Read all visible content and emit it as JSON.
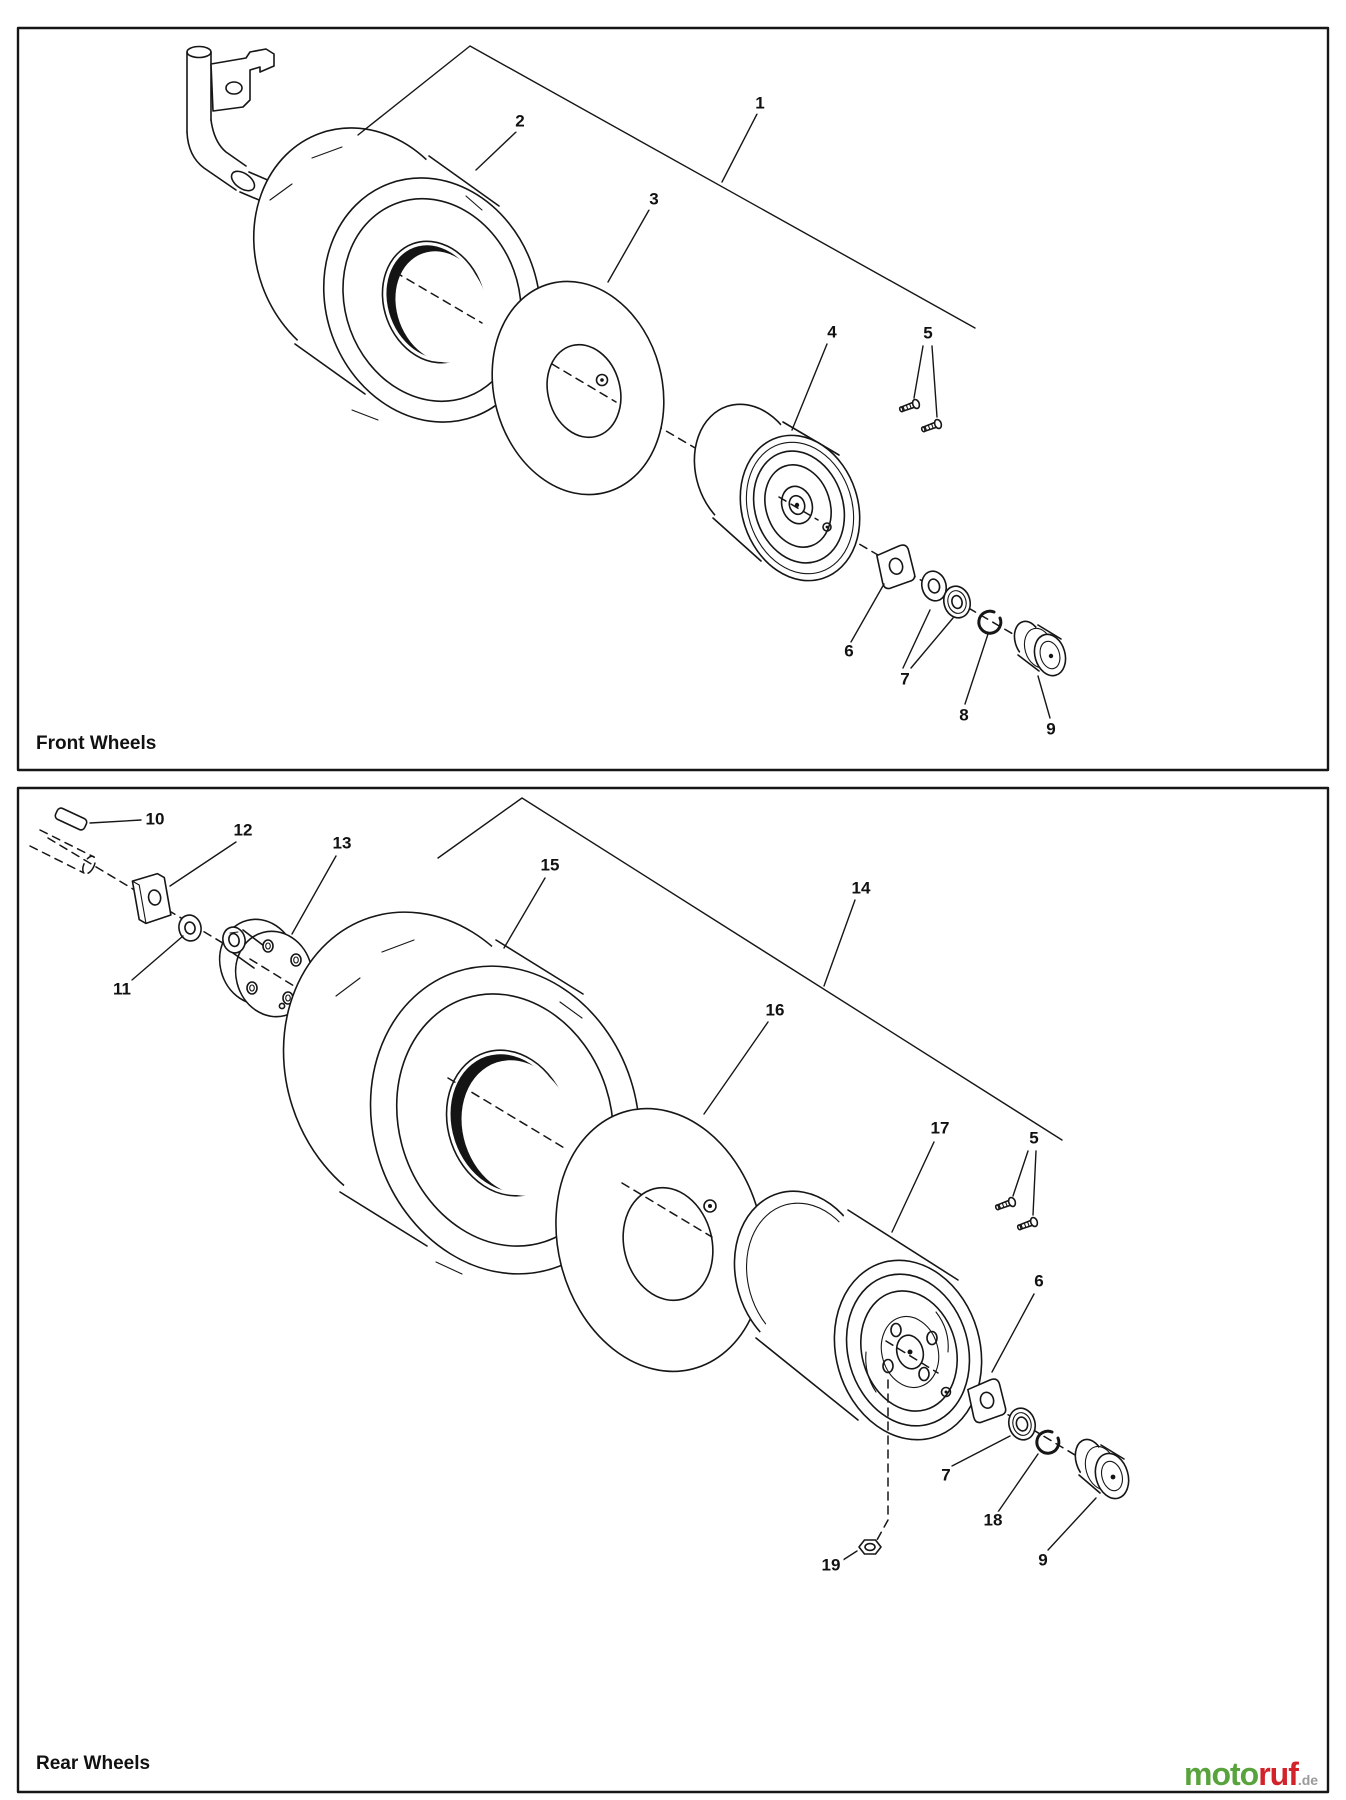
{
  "panels": [
    {
      "title": "Front Wheels",
      "callouts": [
        {
          "n": "2"
        },
        {
          "n": "1"
        },
        {
          "n": "3"
        },
        {
          "n": "4"
        },
        {
          "n": "5"
        },
        {
          "n": "6"
        },
        {
          "n": "7"
        },
        {
          "n": "8"
        },
        {
          "n": "9"
        }
      ]
    },
    {
      "title": "Rear Wheels",
      "callouts": [
        {
          "n": "10"
        },
        {
          "n": "12"
        },
        {
          "n": "13"
        },
        {
          "n": "15"
        },
        {
          "n": "14"
        },
        {
          "n": "16"
        },
        {
          "n": "17"
        },
        {
          "n": "5"
        },
        {
          "n": "11"
        },
        {
          "n": "6"
        },
        {
          "n": "7"
        },
        {
          "n": "18"
        },
        {
          "n": "9"
        },
        {
          "n": "19"
        }
      ]
    }
  ],
  "watermark": {
    "brand_green": "moto",
    "brand_red": "ruf",
    "tld": ".de"
  }
}
